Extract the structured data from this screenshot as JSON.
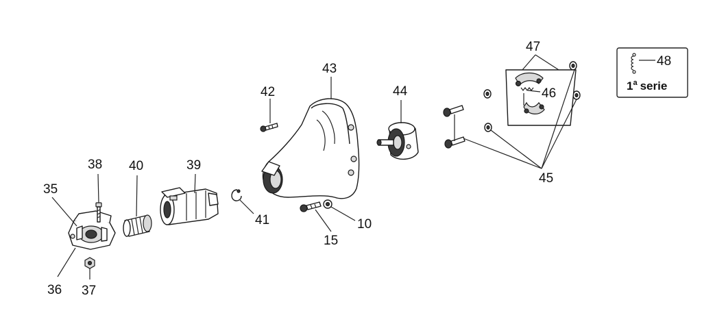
{
  "callouts": {
    "c10": "10",
    "c15": "15",
    "c35": "35",
    "c36": "36",
    "c37": "37",
    "c38": "38",
    "c39": "39",
    "c40": "40",
    "c41": "41",
    "c42": "42",
    "c43": "43",
    "c44": "44",
    "c45": "45",
    "c46": "46",
    "c47": "47",
    "c48": "48"
  },
  "series_box": {
    "number": "1",
    "superscript": "a",
    "word": "serie"
  }
}
